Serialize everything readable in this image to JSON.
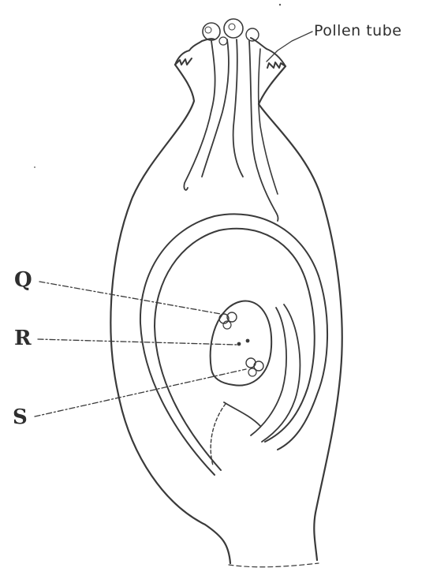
{
  "diagram": {
    "labels": {
      "pollen_tube": "Pollen tube",
      "q": "Q",
      "r": "R",
      "s": "S"
    },
    "ink_color": "#3a3a3a",
    "background": "#ffffff"
  }
}
